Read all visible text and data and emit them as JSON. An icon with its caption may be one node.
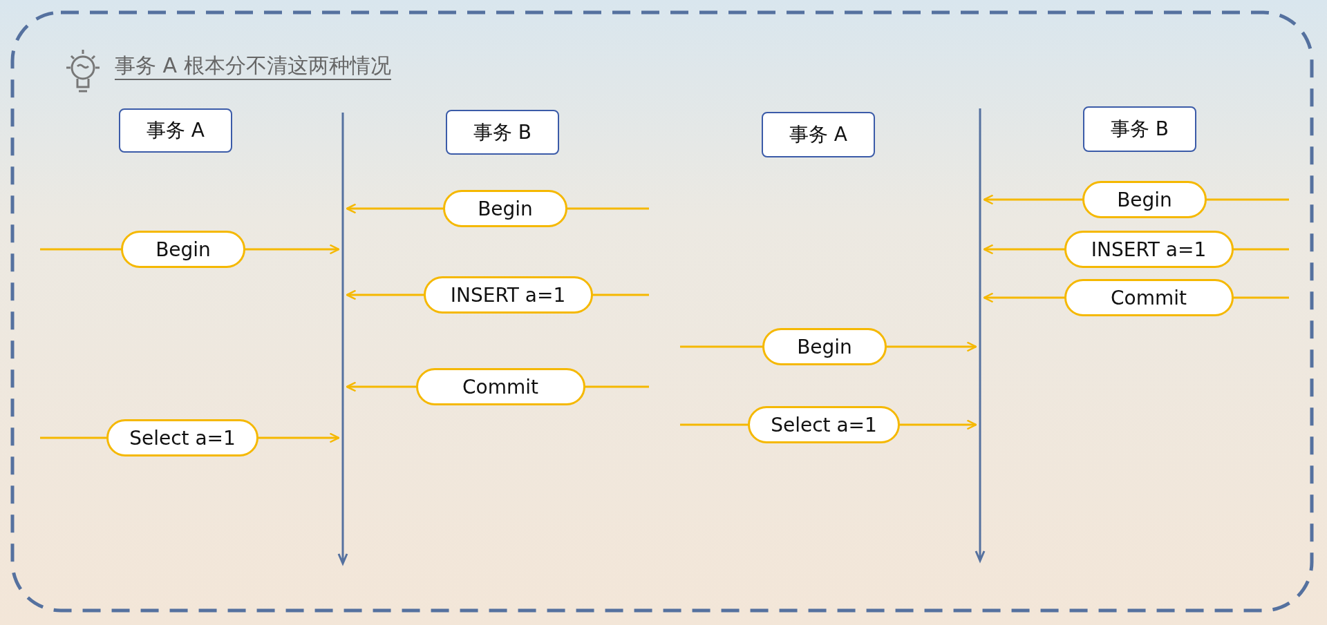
{
  "diagram": {
    "title": "事务 A 根本分不清这两种情况",
    "nodes": [
      {
        "text": [
          "事务 A"
        ]
      },
      {
        "text": [
          "事务 B"
        ]
      },
      {
        "text": [],
        "shape": "line"
      },
      {
        "text": [
          "事务 A"
        ]
      },
      {
        "text": [
          "事务 B"
        ]
      },
      {
        "text": [],
        "shape": "line"
      }
    ],
    "edges": [
      {
        "from": null,
        "to": 2,
        "arrow": "to",
        "label": "Begin"
      },
      {
        "from": null,
        "to": 2,
        "arrow": "to",
        "label": "Begin"
      },
      {
        "from": null,
        "to": 2,
        "arrow": "to",
        "label": "INSERT a=1"
      },
      {
        "from": null,
        "to": 2,
        "arrow": "to",
        "label": "Commit"
      },
      {
        "from": null,
        "to": 2,
        "arrow": "to",
        "label": "Select a=1"
      },
      {
        "from": null,
        "to": 5,
        "arrow": "to",
        "label": "Begin"
      },
      {
        "from": null,
        "to": 5,
        "arrow": "to",
        "label": "INSERT a=1"
      },
      {
        "from": null,
        "to": 5,
        "arrow": "to",
        "label": "Commit"
      },
      {
        "from": null,
        "to": 5,
        "arrow": "to",
        "label": "Begin"
      },
      {
        "from": null,
        "to": 5,
        "arrow": "to",
        "label": "Select a=1"
      }
    ]
  }
}
